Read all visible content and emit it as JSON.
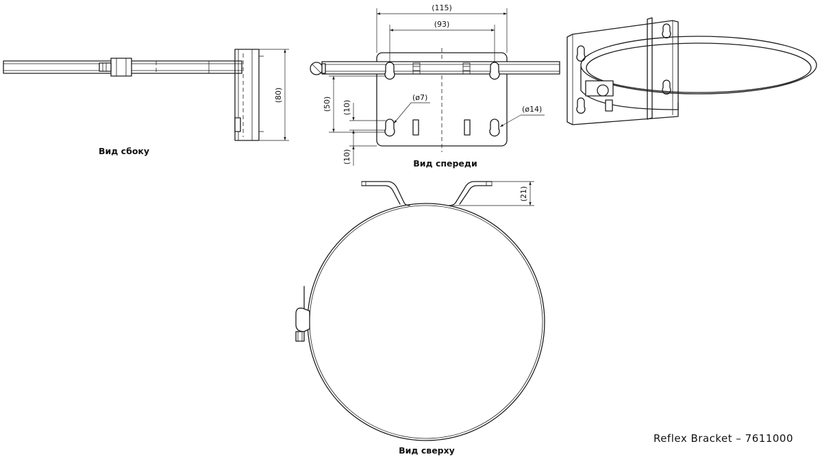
{
  "views": {
    "side_caption": "Вид сбоку",
    "front_caption": "Вид спереди",
    "top_caption": "Вид сверху"
  },
  "dimensions": {
    "width_115": "(115)",
    "width_93": "(93)",
    "height_80": "(80)",
    "height_50": "(50)",
    "offset_10_a": "(10)",
    "offset_10_b": "(10)",
    "hole_7": "(ø7)",
    "hole_14": "(ø14)",
    "depth_21": "(21)"
  },
  "title_block": {
    "product": "Reflex Bracket – 7611000"
  }
}
